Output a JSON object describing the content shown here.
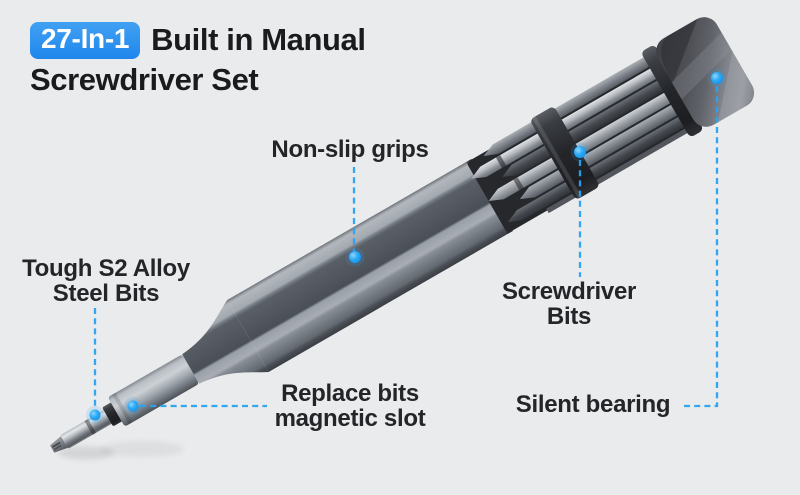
{
  "title": {
    "badge": "27-In-1",
    "line1_rest": "Built in Manual",
    "line2": "Screwdriver Set"
  },
  "callouts": {
    "non_slip": {
      "line1": "Non-slip grips"
    },
    "tough": {
      "line1": "Tough S2 Alloy",
      "line2": "Steel Bits"
    },
    "bits": {
      "line1": "Screwdriver",
      "line2": "Bits"
    },
    "replace": {
      "line1": "Replace bits",
      "line2": "magnetic slot"
    },
    "silent": {
      "line1": "Silent bearing"
    }
  },
  "colors": {
    "background": "#eaebec",
    "accent_blue": "#29a2f2",
    "badge_blue": "#2e96ef",
    "title_text": "#1a1b1d",
    "label_text": "#232528"
  }
}
